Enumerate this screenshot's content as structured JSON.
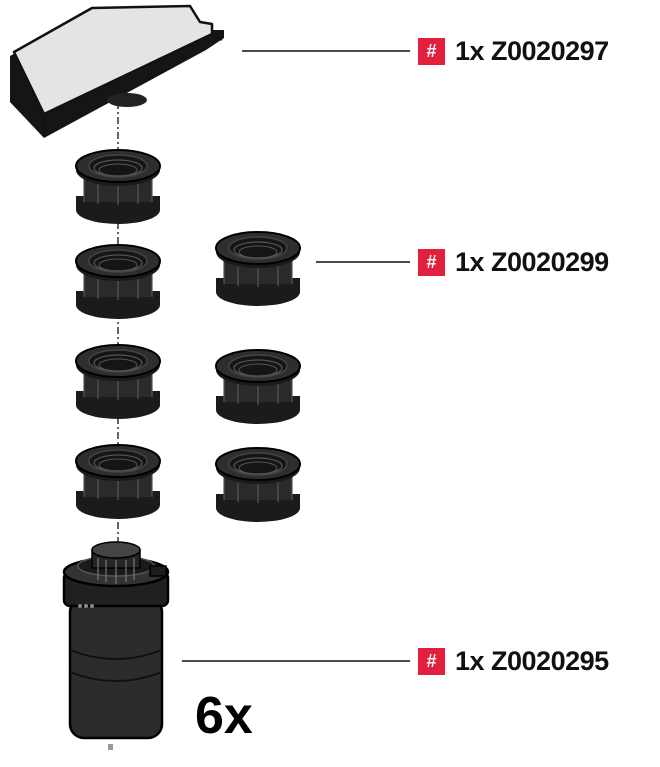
{
  "colors": {
    "badge": "#e21f3c",
    "part_dark": "#1f1f1f",
    "part_mid": "#3a3a3a",
    "lid_top": "#e4e4e4"
  },
  "icons": {
    "badge": "hash-icon"
  },
  "callouts": [
    {
      "id": "lid",
      "badge": "#",
      "label": "1x Z0020297"
    },
    {
      "id": "ring",
      "badge": "#",
      "label": "1x Z0020299"
    },
    {
      "id": "body",
      "badge": "#",
      "label": "1x Z0020295"
    }
  ],
  "quantity_note": "6x"
}
